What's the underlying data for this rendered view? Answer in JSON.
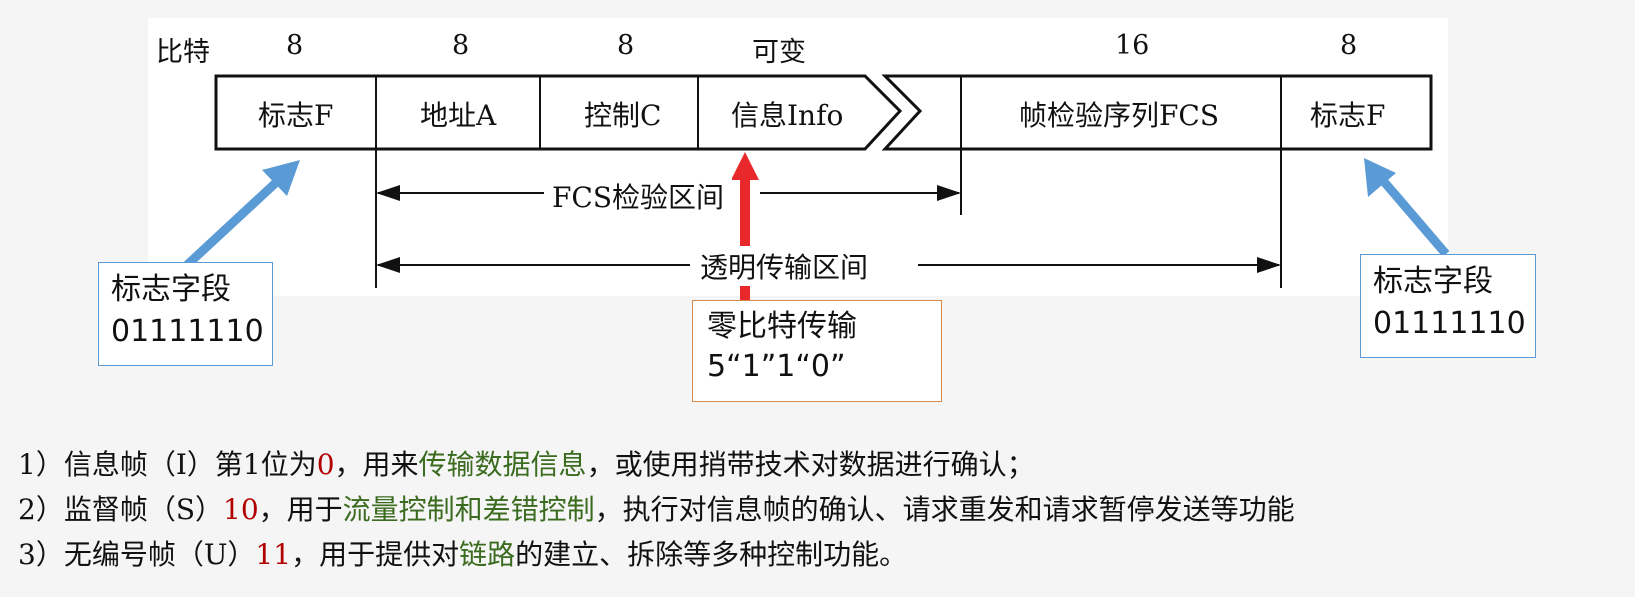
{
  "frame": {
    "bit_label": "比特",
    "bit_widths": [
      "8",
      "8",
      "8",
      "可变",
      "16",
      "8"
    ],
    "fields": [
      "标志F",
      "地址A",
      "控制C",
      "信息Info",
      "帧检验序列FCS",
      "标志F"
    ],
    "fcs_range": "FCS检验区间",
    "transparent_range": "透明传输区间"
  },
  "callouts": {
    "left": {
      "line1": "标志字段",
      "line2": "01111110"
    },
    "right": {
      "line1": "标志字段",
      "line2": "01111110"
    },
    "center": {
      "line1": "零比特传输",
      "line2": "5“1”1“0”"
    }
  },
  "notes": [
    {
      "pre": "1）信息帧（I）第1位为",
      "code": "0",
      "mid": "，用来",
      "hl": "传输数据信息",
      "post": "，或使用捎带技术对数据进行确认；"
    },
    {
      "pre": "2）监督帧（S）",
      "code": "10",
      "mid": "，用于",
      "hl": "流量控制和差错控制",
      "post": "，执行对信息帧的确认、请求重发和请求暂停发送等功能"
    },
    {
      "pre": "3）无编号帧（U）",
      "code": "11",
      "mid": "，用于提供对",
      "hl": "链路",
      "post": "的建立、拆除等多种控制功能。"
    }
  ],
  "colors": {
    "blue_arrow": "#5b9bd5",
    "red_arrow": "#e8282b",
    "code_red": "#b00000",
    "highlight_green": "#3a6b1f",
    "orange_border": "#d98a4a"
  }
}
